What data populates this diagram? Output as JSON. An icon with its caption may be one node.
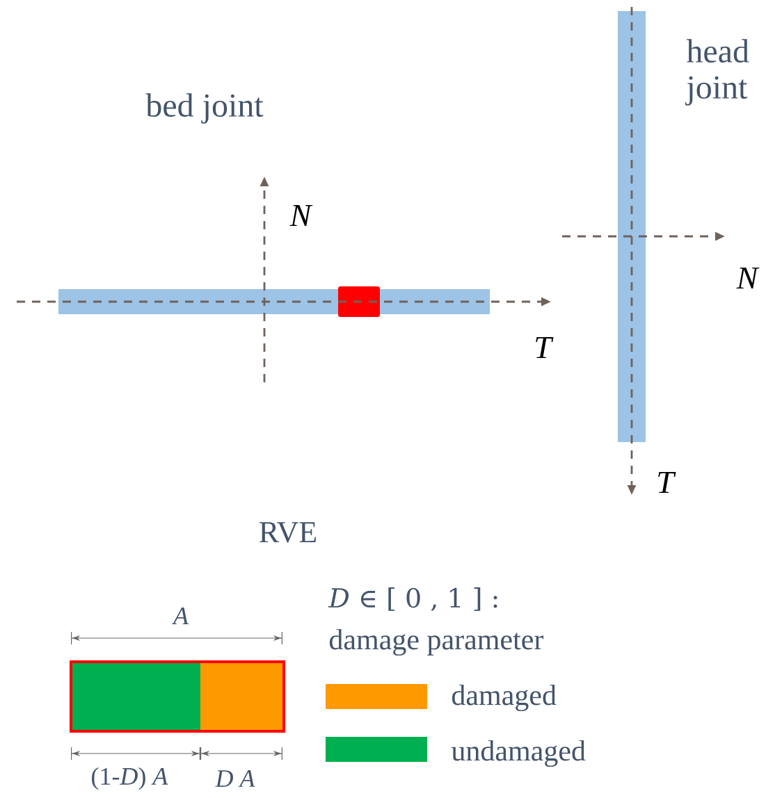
{
  "diagram": {
    "labels": [
      "bed joint",
      "N",
      "T",
      "head joint",
      "N",
      "T",
      "RVE",
      "*D* ∈ [ 0 , 1 ] :",
      "damage parameter",
      "A",
      "(1-*D*) *A*",
      "D A"
    ],
    "legend": [
      {
        "text": "damaged",
        "color": "#ff9900"
      },
      {
        "text": "undamaged",
        "color": "#00b050"
      }
    ]
  }
}
